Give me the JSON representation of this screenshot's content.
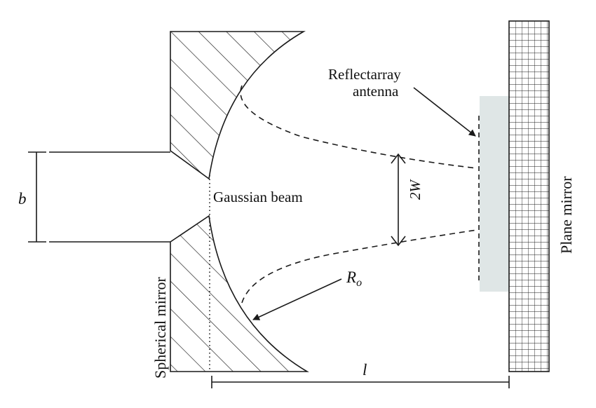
{
  "labels": {
    "reflectarray_line1": "Reflectarray",
    "reflectarray_line2": "antenna",
    "gaussian_beam": "Gaussian beam",
    "beam_width": "2W",
    "b": "b",
    "radius": "R",
    "radius_sub": "o",
    "length": "l",
    "plane_mirror": "Plane mirror",
    "spherical_mirror": "Spherical mirror"
  },
  "colors": {
    "ink": "#1a1a1a",
    "reflectarray_fill": "#dfe6e6"
  }
}
